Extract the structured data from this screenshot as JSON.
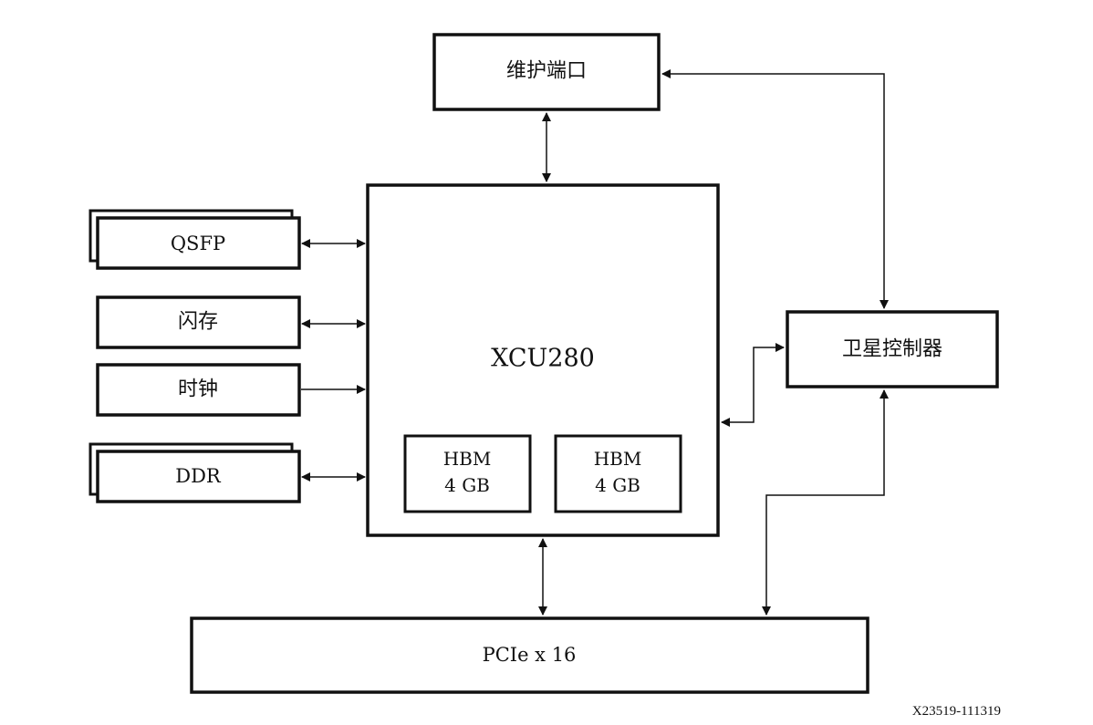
{
  "blocks": {
    "maintenance_port": "维护端口",
    "qsfp": "QSFP",
    "flash": "闪存",
    "clock": "时钟",
    "ddr": "DDR",
    "fpga": "XCU280",
    "hbm_left": {
      "line1": "HBM",
      "line2": "4 GB"
    },
    "hbm_right": {
      "line1": "HBM",
      "line2": "4 GB"
    },
    "satellite_controller": "卫星控制器",
    "pcie": "PCIe x 16"
  },
  "figure_id": "X23519-111319",
  "colors": {
    "stroke": "#111111",
    "background": "#ffffff"
  }
}
